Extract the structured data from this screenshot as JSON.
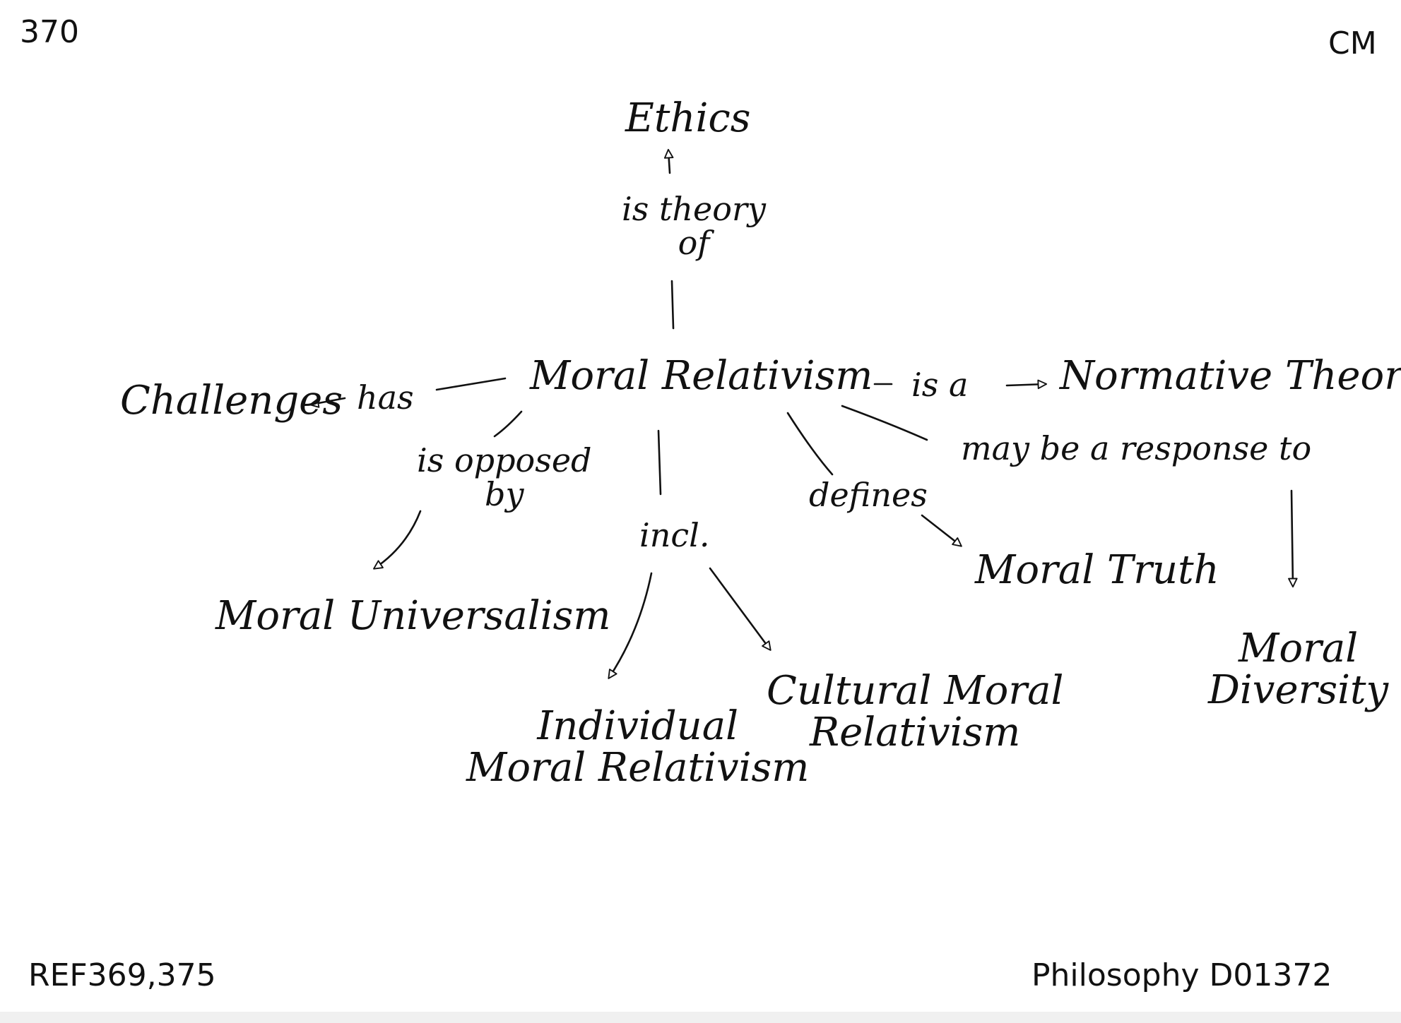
{
  "page": {
    "number": "370",
    "initials": "CM",
    "reference": "REF369,375",
    "subject": "Philosophy D01372"
  },
  "concepts": {
    "ethics": "Ethics",
    "moral_relativism": "Moral Relativism",
    "challenges": "Challenges",
    "normative_theory": "Normative Theory",
    "moral_universalism": "Moral Universalism",
    "individual_moral_relativism": "Individual\nMoral Relativism",
    "cultural_moral_relativism": "Cultural Moral\nRelativism",
    "moral_truth": "Moral Truth",
    "moral_diversity": "Moral\nDiversity"
  },
  "relations": {
    "is_theory_of": "is theory\nof",
    "has": "has",
    "is_a": "is a",
    "is_opposed_by": "is opposed\nby",
    "incl": "incl.",
    "defines": "defines",
    "may_be_response_to": "may be a response to"
  }
}
